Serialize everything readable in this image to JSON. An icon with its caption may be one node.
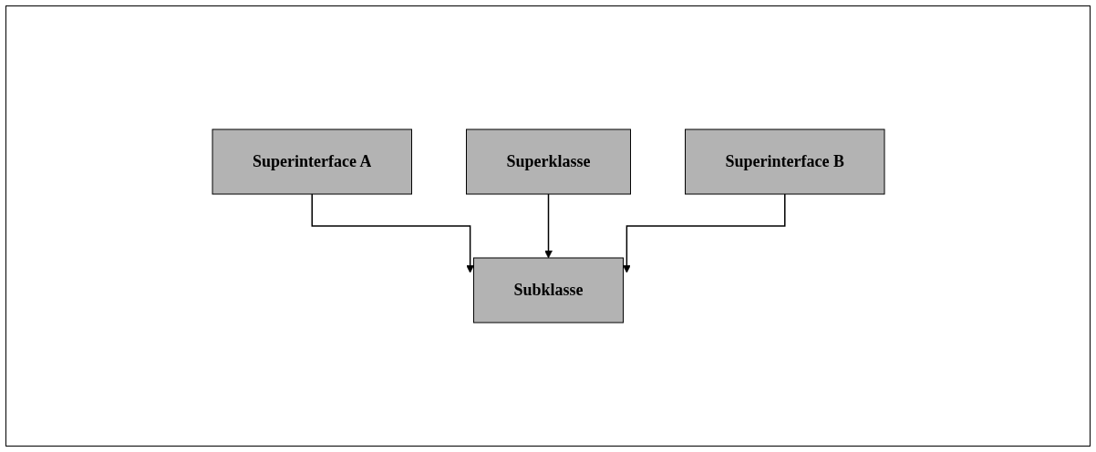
{
  "diagram": {
    "nodes": [
      {
        "text": [
          "Superinterface A"
        ]
      },
      {
        "text": [
          "Superinterface B"
        ]
      },
      {
        "text": [
          "Superklasse"
        ]
      },
      {
        "text": [
          "Subklasse"
        ]
      }
    ],
    "edges": [
      {
        "from": 0,
        "to": 3,
        "arrow": "to"
      },
      {
        "from": 2,
        "to": 3,
        "arrow": "to"
      },
      {
        "from": 1,
        "to": 3,
        "arrow": "to"
      }
    ]
  }
}
